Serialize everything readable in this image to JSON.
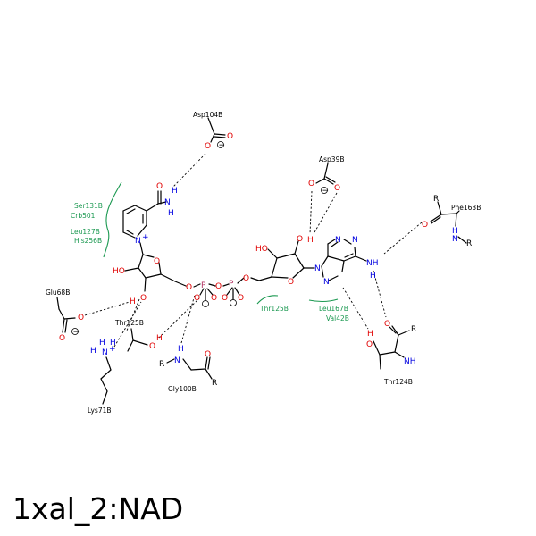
{
  "title": "1xal_2:NAD",
  "residues": {
    "asp104": "Asp104B",
    "asp39": "Asp39B",
    "phe163": "Phe163B",
    "glu68": "Glu68B",
    "thr125a": "Thr125B",
    "lys71": "Lys71B",
    "gly100": "Gly100B",
    "thr124": "Thr124B",
    "hydrophobic_left_1": "Ser131B",
    "hydrophobic_left_2": "Crb501",
    "hydrophobic_left_3": "Leu127B",
    "hydrophobic_left_4": "His256B",
    "hydrophobic_mid": "Thr125B",
    "hydrophobic_right_1": "Leu167B",
    "hydrophobic_right_2": "Val42B"
  },
  "atoms": {
    "O": "O",
    "N": "N",
    "H": "H",
    "P": "P",
    "HO": "HO",
    "R": "R",
    "NH": "NH",
    "minus": "−",
    "plus": "+"
  },
  "colors": {
    "oxygen": "#e00000",
    "nitrogen": "#0000e0",
    "phosphorus": "#b03060",
    "hydrophobic": "#1a9850"
  }
}
